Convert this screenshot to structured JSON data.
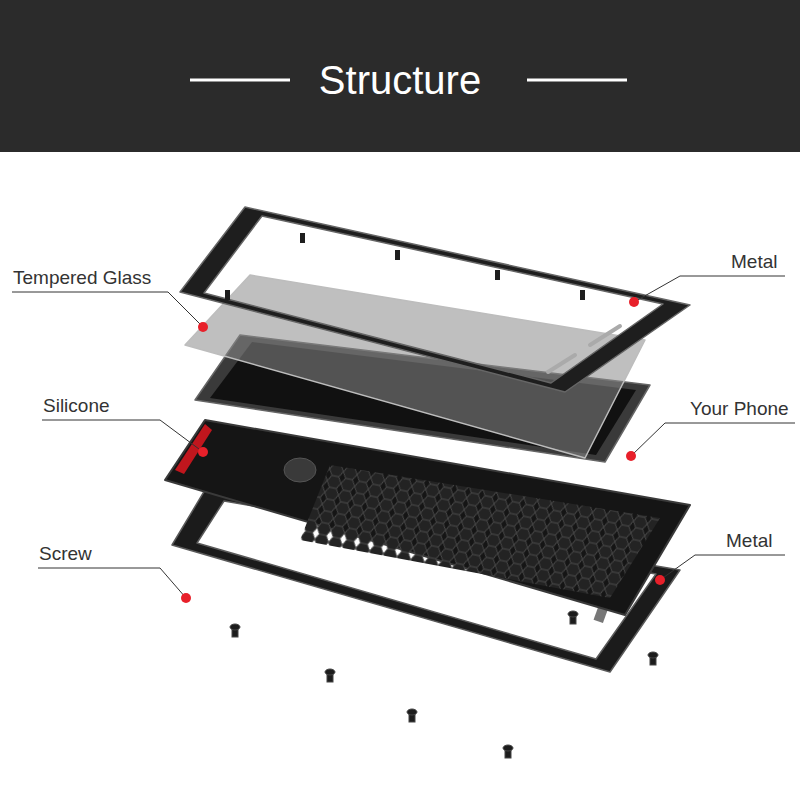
{
  "diagram": {
    "title": "Structure",
    "labels": [
      "Metal",
      "Tempered Glass",
      "Silicone",
      "Your Phone",
      "Metal",
      "Screw"
    ]
  }
}
